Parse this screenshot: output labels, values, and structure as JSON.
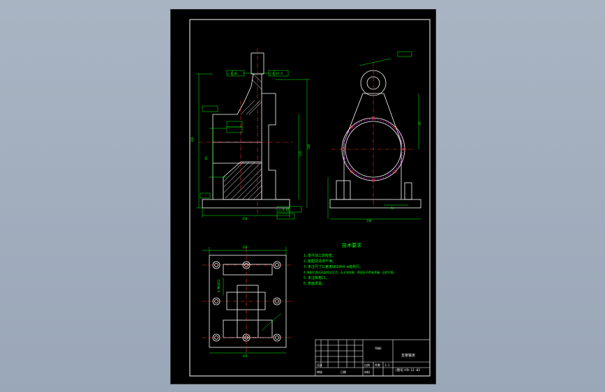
{
  "colors": {
    "background": "#000000",
    "frame": "#ffffff",
    "dimension": "#00ff00",
    "centerline": "#ff3030",
    "hatch": "#ffffff",
    "hole_accent": "#ff00ff",
    "border_outer": "#9aa7b8"
  },
  "notes": {
    "title": "技术要求",
    "items": [
      "1.零件加工前检查。",
      "2.装配前清洗干净。",
      "3.未注尺寸公差按GB1804-m级执行。",
      "4.装配后各运动部件应灵活，无卡滞现象，密封处不得有渗漏，运转平稳。",
      "5.未注倒角C1。",
      "6.表面发黑。"
    ]
  },
  "title_block": {
    "part_name": "支架铣床",
    "drawing_no": "(图号)YB-11-02",
    "stamp": "YB06",
    "labels": {
      "scale": "比例",
      "scale_value": "1:1",
      "quantity": "件数",
      "material": "材料",
      "designer": "设计",
      "checker": "审核",
      "date": "日期"
    }
  }
}
